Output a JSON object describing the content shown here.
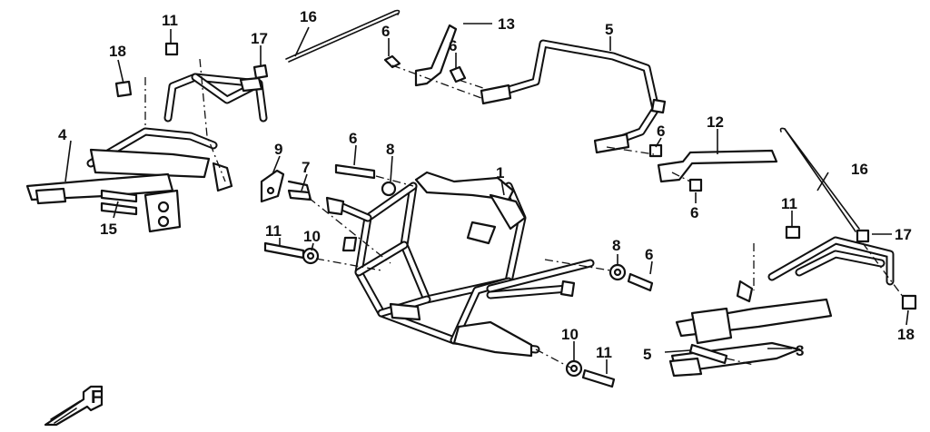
{
  "diagram": {
    "callouts": {
      "c1": "1",
      "c3": "3",
      "c4": "4",
      "c5a": "5",
      "c5b": "5",
      "c6a": "6",
      "c6b": "6",
      "c6c": "6",
      "c6d": "6",
      "c6e": "6",
      "c6f": "6",
      "c7": "7",
      "c8a": "8",
      "c8b": "8",
      "c9": "9",
      "c10a": "10",
      "c10b": "10",
      "c11a": "11",
      "c11b": "11",
      "c11c": "11",
      "c11d": "11",
      "c12": "12",
      "c13": "13",
      "c15": "15",
      "c16a": "16",
      "c16b": "16",
      "c17a": "17",
      "c17b": "17",
      "c18a": "18",
      "c18b": "18"
    },
    "direction_marker": "F"
  }
}
